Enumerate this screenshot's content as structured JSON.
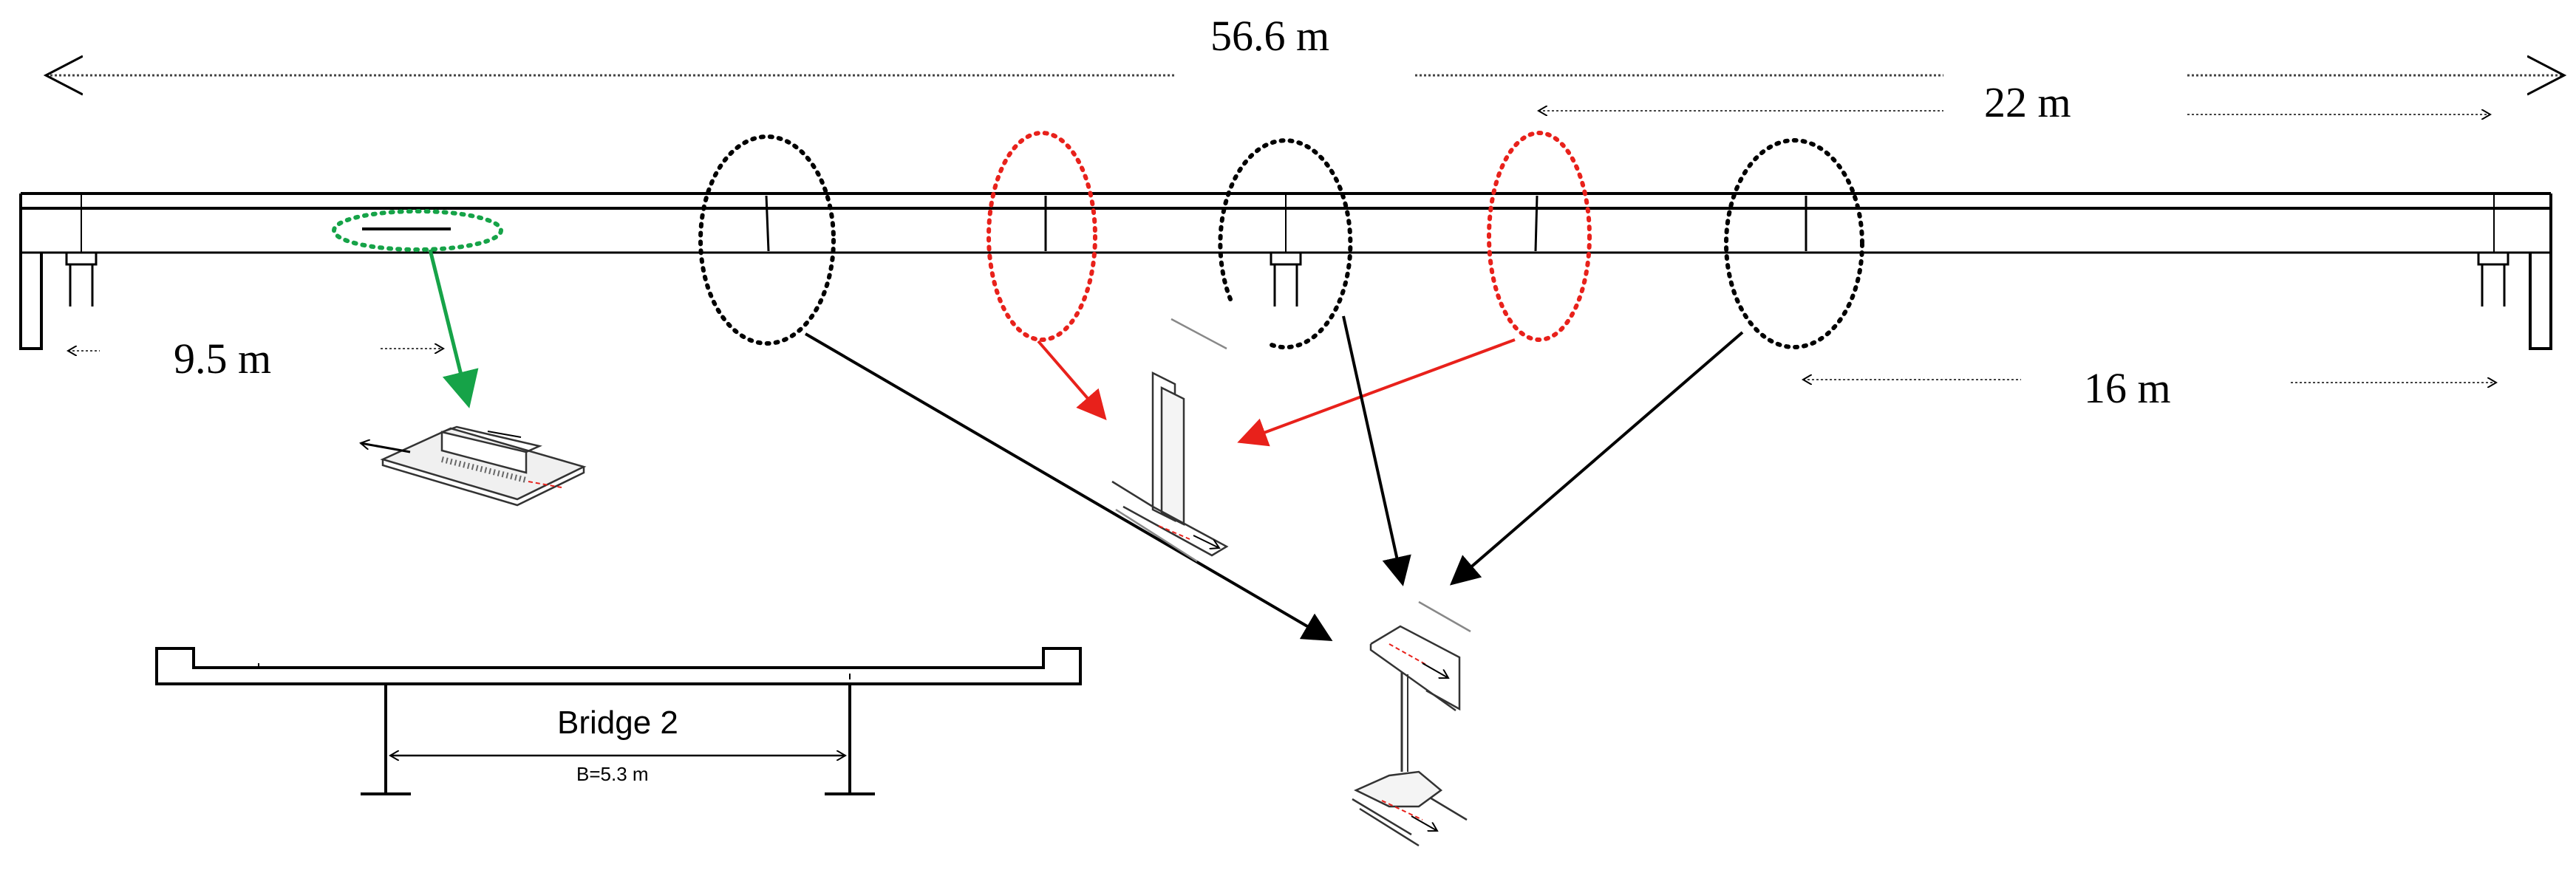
{
  "dimensions": {
    "total_span": "56.6 m",
    "right_span": "22 m",
    "left_span": "9.5 m",
    "right_end_span": "16 m"
  },
  "cross_section": {
    "title": "Bridge 2",
    "width_label": "B=5.3 m"
  },
  "colors": {
    "structure": "#000000",
    "red_detail": "#e8211b",
    "green_detail": "#16a348",
    "dim_line": "#444444"
  }
}
